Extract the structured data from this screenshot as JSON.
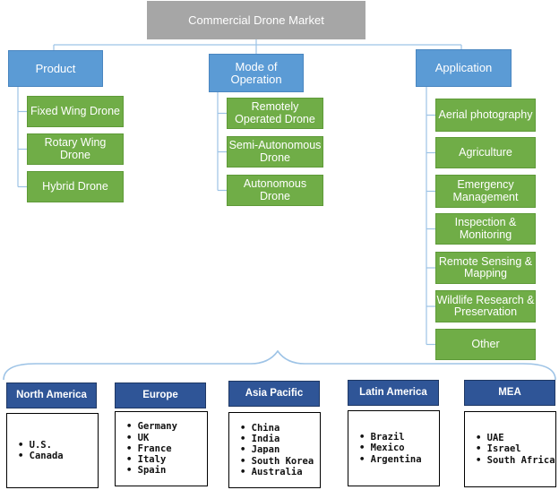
{
  "title": "Commercial Drone Market",
  "categories": [
    {
      "label": "Product",
      "items": [
        "Fixed Wing Drone",
        "Rotary Wing Drone",
        "Hybrid Drone"
      ]
    },
    {
      "label": "Mode of Operation",
      "items": [
        "Remotely Operated Drone",
        "Semi-Autonomous Drone",
        "Autonomous Drone"
      ]
    },
    {
      "label": "Application",
      "items": [
        "Aerial photography",
        "Agriculture",
        "Emergency Management",
        "Inspection & Monitoring",
        "Remote Sensing & Mapping",
        "Wildlife Research & Preservation",
        "Other"
      ]
    }
  ],
  "regions": [
    {
      "label": "North America",
      "countries": [
        "U.S.",
        "Canada"
      ]
    },
    {
      "label": "Europe",
      "countries": [
        "Germany",
        "UK",
        "France",
        "Italy",
        "Spain"
      ]
    },
    {
      "label": "Asia Pacific",
      "countries": [
        "China",
        "India",
        "Japan",
        "South Korea",
        "Australia"
      ]
    },
    {
      "label": "Latin America",
      "countries": [
        "Brazil",
        "Mexico",
        "Argentina"
      ]
    },
    {
      "label": "MEA",
      "countries": [
        "UAE",
        "Israel",
        "South Africa"
      ]
    }
  ],
  "colors": {
    "root": "#a6a6a6",
    "category": "#5b9bd5",
    "leaf": "#70ad47",
    "region": "#2f5597",
    "connector": "#9dc3e6"
  }
}
